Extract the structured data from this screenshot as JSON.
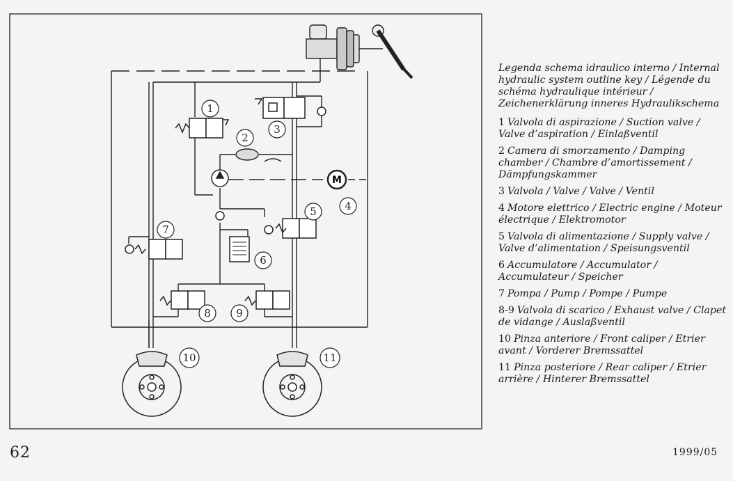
{
  "diagram": {
    "callouts": [
      "1",
      "2",
      "3",
      "4",
      "5",
      "6",
      "7",
      "8",
      "9",
      "10",
      "11"
    ],
    "motor_symbol": "M"
  },
  "legend": {
    "title": "Legenda schema idraulico interno / Internal hydraulic system outline key / Légende du schéma hydraulique intérieur / Zeichenerklärung inneres Hydraulikschema",
    "items": [
      {
        "num": "1",
        "text": "Valvola di aspirazione / Suction valve / Valve d’aspiration / Einlaßventil"
      },
      {
        "num": "2",
        "text": "Camera di smorzamento / Damping chamber / Chambre d’amortissement / Dämpfungskammer"
      },
      {
        "num": "3",
        "text": "Valvola / Valve / Valve / Ventil"
      },
      {
        "num": "4",
        "text": "Motore elettrico / Electric engine / Moteur électrique / Elektromotor"
      },
      {
        "num": "5",
        "text": "Valvola di alimentazione / Supply valve / Valve d’alimentation / Speisungsventil"
      },
      {
        "num": "6",
        "text": "Accumulatore / Accumulator / Accumulateur / Speicher"
      },
      {
        "num": "7",
        "text": "Pompa / Pump / Pompe / Pumpe"
      },
      {
        "num": "8-9",
        "text": "Valvola di scarico / Exhaust valve / Clapet de vidange / Auslaßventil"
      },
      {
        "num": "10",
        "text": "Pinza anteriore / Front caliper / Etrier avant / Vorderer Bremssattel"
      },
      {
        "num": "11",
        "text": "Pinza posteriore / Rear caliper / Etrier arrière / Hinterer Bremssattel"
      }
    ]
  },
  "footer": {
    "page_number": "62",
    "date": "1999/05"
  }
}
